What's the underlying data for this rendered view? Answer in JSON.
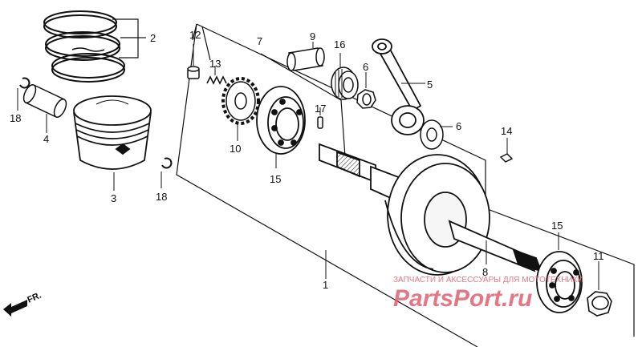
{
  "callouts": {
    "c1": "1",
    "c2": "2",
    "c3": "3",
    "c4": "4",
    "c5": "5",
    "c6a": "6",
    "c6b": "6",
    "c7": "7",
    "c8": "8",
    "c9": "9",
    "c10": "10",
    "c11": "11",
    "c12": "12",
    "c13": "13",
    "c14": "14",
    "c15a": "15",
    "c15b": "15",
    "c16": "16",
    "c17": "17",
    "c18a": "18",
    "c18b": "18"
  },
  "front_marker": "FR.",
  "watermark": {
    "tagline": "ЗАПЧАСТИ И АКСЕССУАРЫ ДЛЯ МОТОТЕХНИКИ",
    "brand": "PartsPort.ru",
    "color": "#e06070"
  }
}
